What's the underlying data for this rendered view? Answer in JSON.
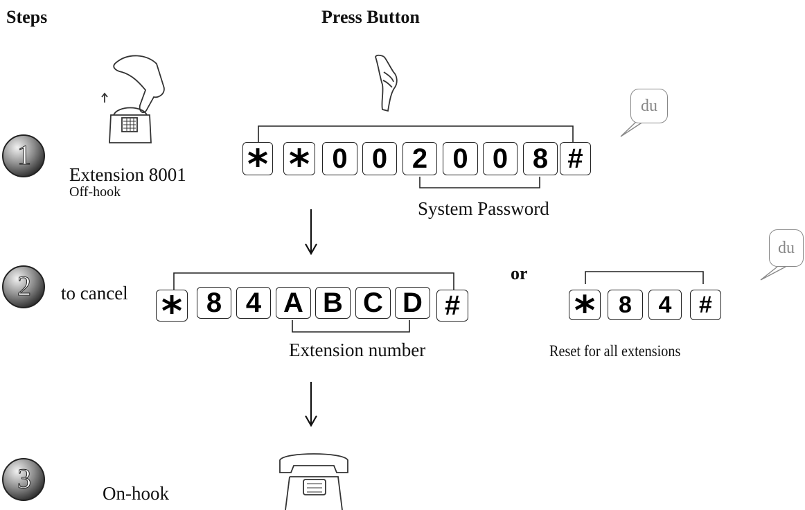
{
  "header": {
    "steps": "Steps",
    "press_button": "Press Button"
  },
  "steps": [
    {
      "number": "1",
      "label": "Extension 8001",
      "sublabel": "Off-hook"
    },
    {
      "number": "2",
      "label": "to cancel"
    },
    {
      "number": "3",
      "label": "On-hook"
    }
  ],
  "step1_keys": [
    "*",
    "*",
    "0",
    "0",
    "2",
    "0",
    "0",
    "8",
    "#"
  ],
  "step1_bracket_label": "System Password",
  "step1_tone": "du",
  "step2_keys": [
    "*",
    "8",
    "4",
    "A",
    "B",
    "C",
    "D",
    "#"
  ],
  "step2_bracket_label": "Extension number",
  "or_text": "or",
  "step2_alt_keys": [
    "*",
    "8",
    "4",
    "#"
  ],
  "step2_alt_label": "Reset for all extensions",
  "step2_tone": "du",
  "icons": [
    "hand-pointer-icon",
    "phone-offhook-icon",
    "phone-onhook-icon",
    "down-arrow-icon",
    "speech-bubble-icon"
  ]
}
